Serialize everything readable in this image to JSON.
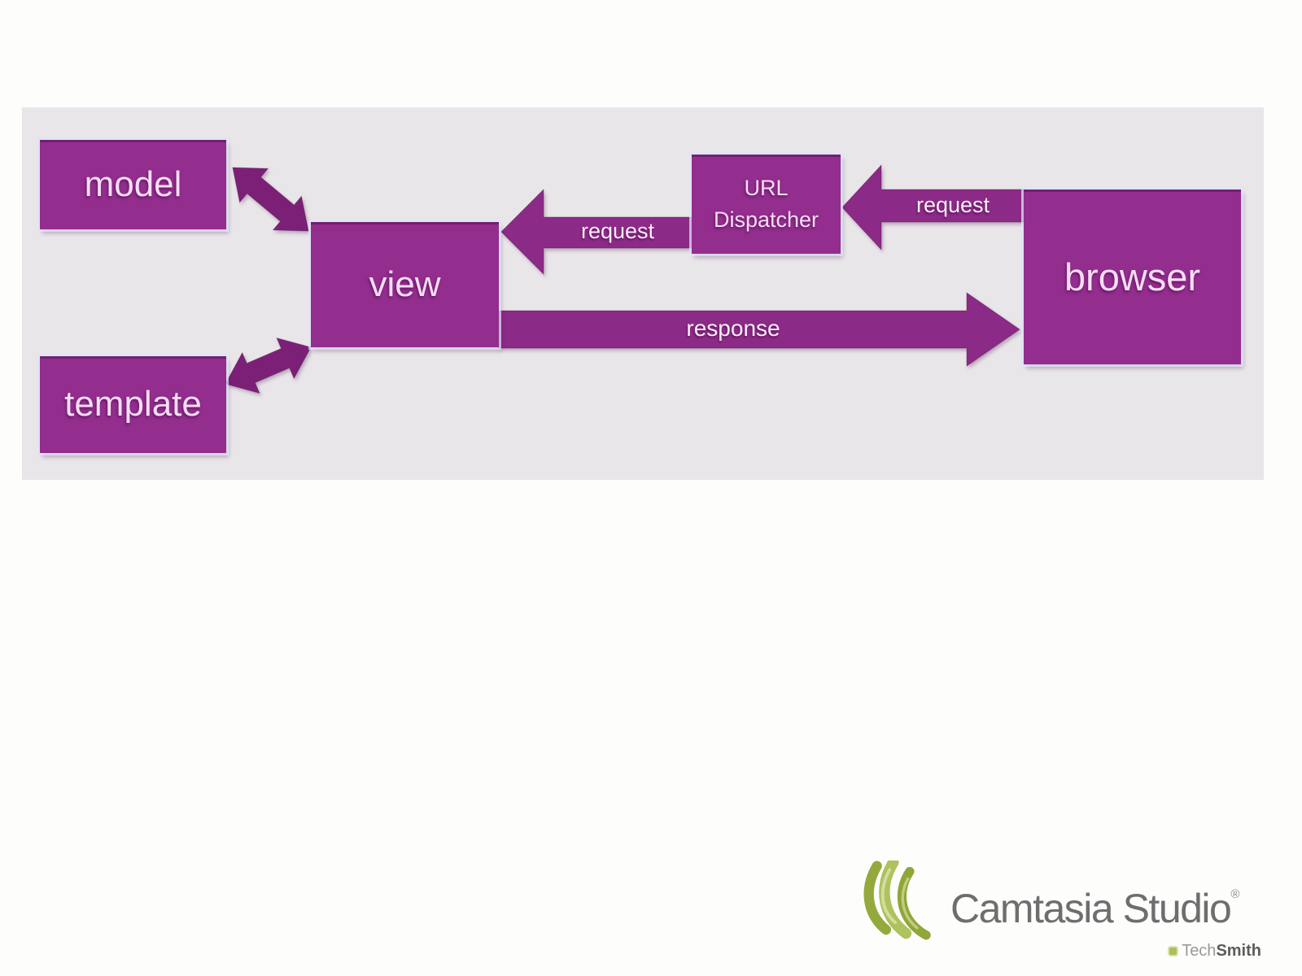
{
  "diagram": {
    "boxes": {
      "model": {
        "label": "model"
      },
      "template": {
        "label": "template"
      },
      "view": {
        "label": "view"
      },
      "url_dispatcher": {
        "label_line1": "URL",
        "label_line2": "Dispatcher"
      },
      "browser": {
        "label": "browser"
      }
    },
    "arrows": {
      "request_to_view": {
        "label": "request"
      },
      "request_to_dispatcher": {
        "label": "request"
      },
      "response_to_browser": {
        "label": "response"
      }
    },
    "colors": {
      "box_fill": "#932d8e",
      "arrow_fill": "#8c2a87",
      "connector_fill": "#7c2077",
      "panel_background": "#e9e6e9",
      "label_text": "#f7ddf5",
      "brand_color": "#6e6e6e",
      "leaf_color": "#aebe5a"
    }
  },
  "watermark": {
    "brand": "Camtasia Studio",
    "registered_mark": "®",
    "vendor_prefix": "Tech",
    "vendor_suffix": "Smith",
    "icons": {
      "leaf": "camtasia-leaf-icon",
      "vendor_badge": "techsmith-badge-icon"
    }
  }
}
